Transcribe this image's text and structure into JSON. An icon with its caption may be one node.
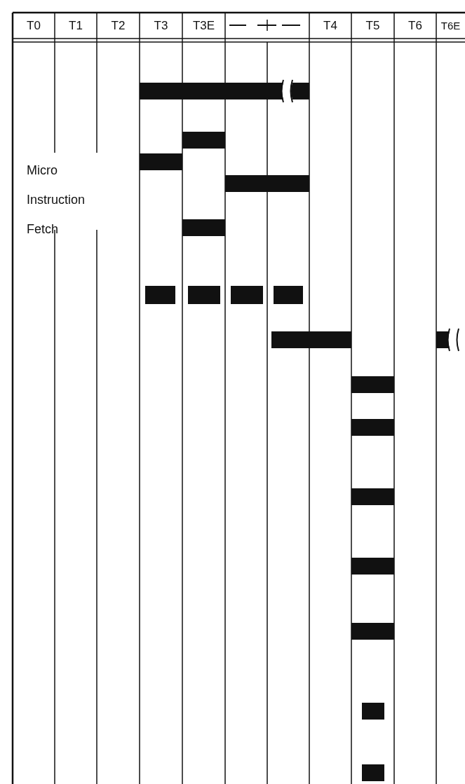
{
  "diagram": {
    "labels": [
      "T0",
      "T1",
      "T2",
      "T3",
      "T3E",
      "T4",
      "T5",
      "T6",
      "T6E",
      "Micro Instruction Fetch"
    ]
  }
}
